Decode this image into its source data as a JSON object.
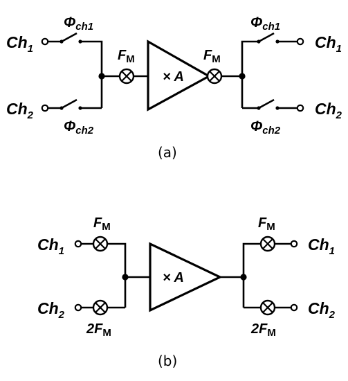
{
  "figure": {
    "panel_a": {
      "caption": "(a)",
      "input_top": {
        "base": "Ch",
        "sub": "1"
      },
      "input_bottom": {
        "base": "Ch",
        "sub": "2"
      },
      "output_top": {
        "base": "Ch",
        "sub": "1"
      },
      "output_bottom": {
        "base": "Ch",
        "sub": "2"
      },
      "switch_in_top": {
        "base": "Φ",
        "sub": "ch1"
      },
      "switch_in_bottom": {
        "base": "Φ",
        "sub": "ch2"
      },
      "switch_out_top": {
        "base": "Φ",
        "sub": "ch1"
      },
      "switch_out_bottom": {
        "base": "Φ",
        "sub": "ch2"
      },
      "mixer_in": {
        "base": "F",
        "sub": "M"
      },
      "mixer_out": {
        "base": "F",
        "sub": "M"
      },
      "amp_label": "× A"
    },
    "panel_b": {
      "caption": "(b)",
      "input_top": {
        "base": "Ch",
        "sub": "1"
      },
      "input_bottom": {
        "base": "Ch",
        "sub": "2"
      },
      "output_top": {
        "base": "Ch",
        "sub": "1"
      },
      "output_bottom": {
        "base": "Ch",
        "sub": "2"
      },
      "mixer_in_top": {
        "base": "F",
        "sub": "M"
      },
      "mixer_in_bottom": {
        "base": "2F",
        "sub": "M"
      },
      "mixer_out_top": {
        "base": "F",
        "sub": "M"
      },
      "mixer_out_bottom": {
        "base": "2F",
        "sub": "M"
      },
      "amp_label": "× A"
    }
  }
}
